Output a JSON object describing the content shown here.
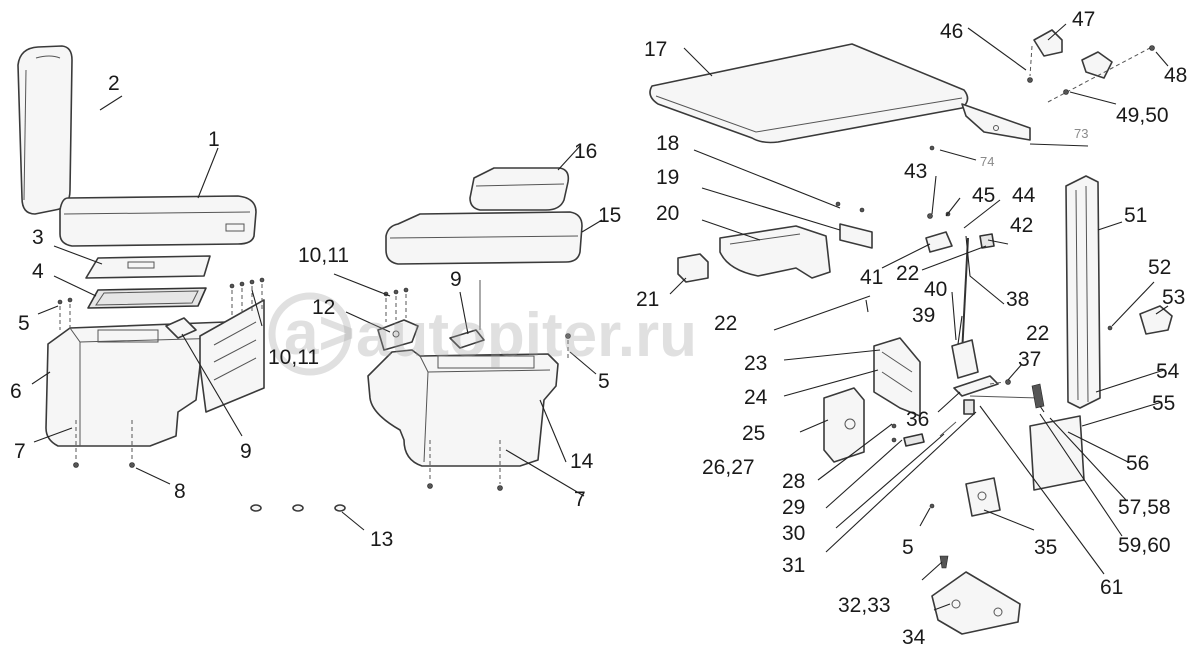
{
  "watermark": {
    "text": "autopiter.ru",
    "symbol": "a>"
  },
  "callouts": {
    "c1": "1",
    "c2": "2",
    "c3": "3",
    "c4": "4",
    "c5a": "5",
    "c5b": "5",
    "c5c": "5",
    "c6": "6",
    "c7a": "7",
    "c7b": "7",
    "c8": "8",
    "c9a": "9",
    "c9b": "9",
    "c10_11a": "10,11",
    "c10_11b": "10,11",
    "c12": "12",
    "c13": "13",
    "c14": "14",
    "c15": "15",
    "c16": "16",
    "c17": "17",
    "c18": "18",
    "c19": "19",
    "c20": "20",
    "c21": "21",
    "c22a": "22",
    "c22b": "22",
    "c22c": "22",
    "c23": "23",
    "c24": "24",
    "c25": "25",
    "c26_27": "26,27",
    "c28": "28",
    "c29": "29",
    "c30": "30",
    "c31": "31",
    "c32_33": "32,33",
    "c34": "34",
    "c35": "35",
    "c36": "36",
    "c37": "37",
    "c38": "38",
    "c39": "39",
    "c40": "40",
    "c41": "41",
    "c42": "42",
    "c43": "43",
    "c44": "44",
    "c45": "45",
    "c46": "46",
    "c47": "47",
    "c48": "48",
    "c49_50": "49,50",
    "c51": "51",
    "c52": "52",
    "c53": "53",
    "c54": "54",
    "c55": "55",
    "c56": "56",
    "c57_58": "57,58",
    "c59_60": "59,60",
    "c61": "61",
    "c73": "73",
    "c74": "74"
  }
}
